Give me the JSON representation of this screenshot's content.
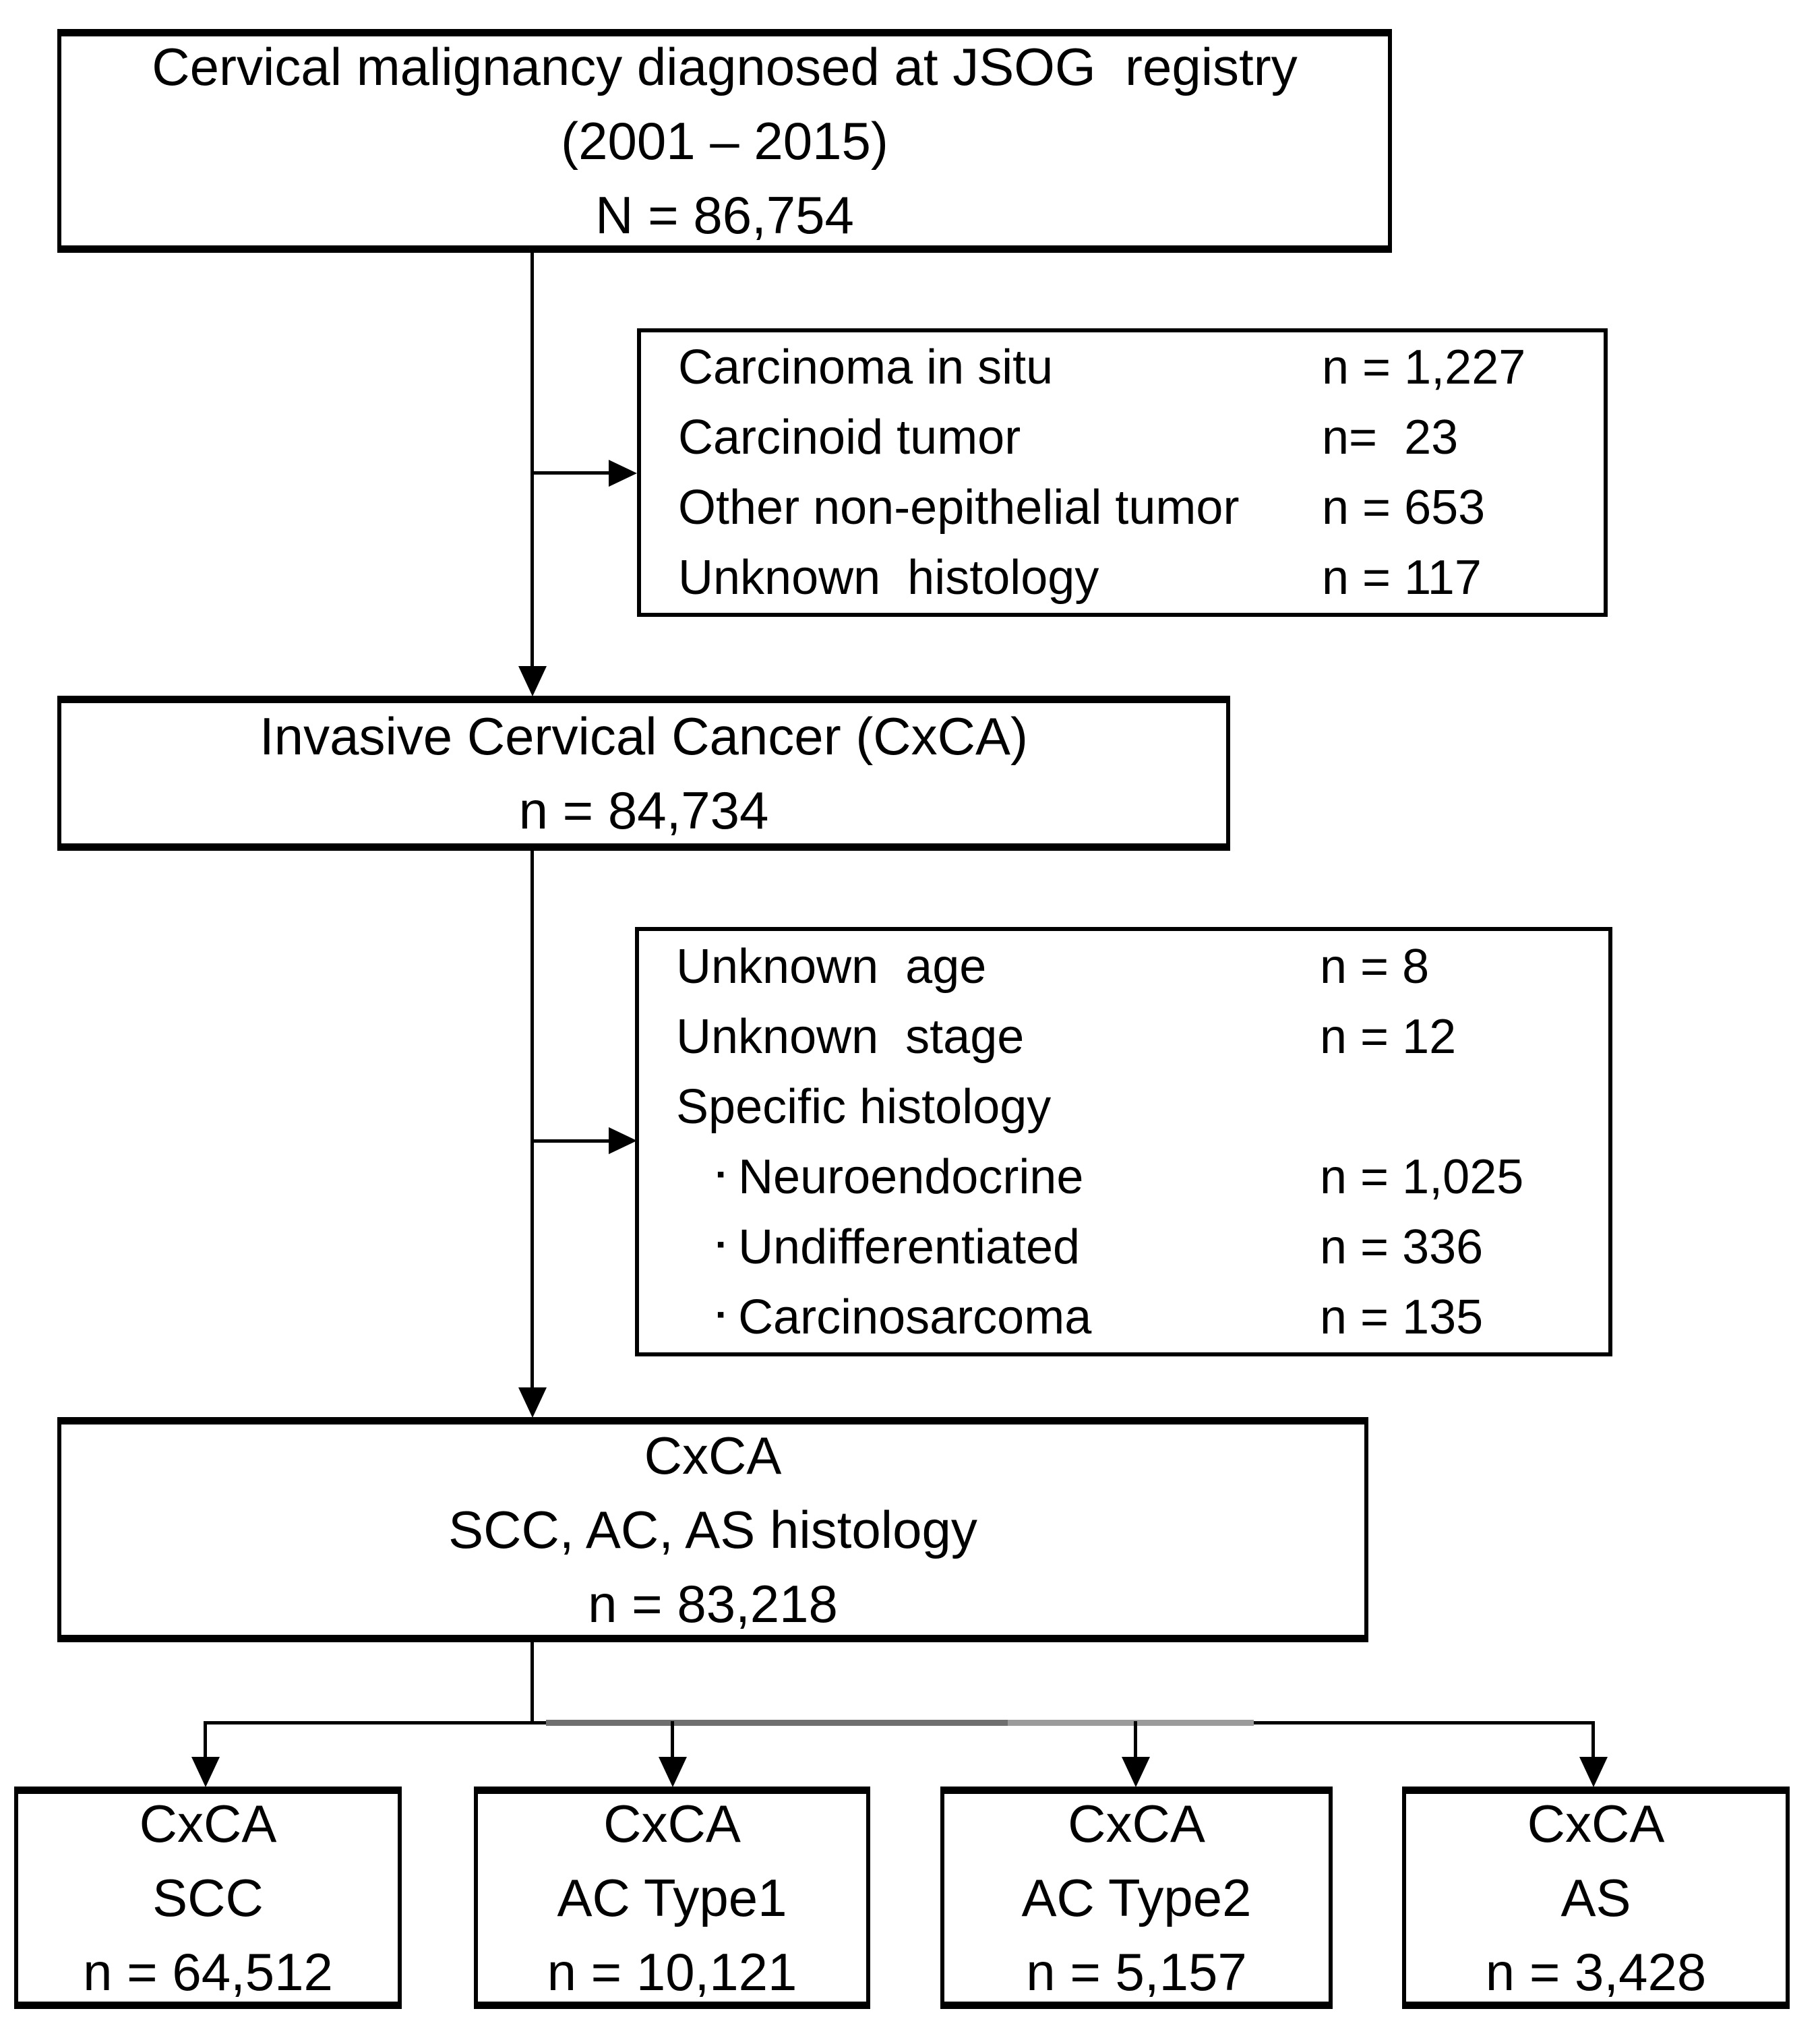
{
  "figure": {
    "type": "patient-selection-flowchart",
    "colors": {
      "background": "#ffffff",
      "line": "#000000",
      "text": "#000000",
      "distribution_line_gray_dark": "#6f6f6f",
      "distribution_line_gray_light": "#9b9b9b"
    },
    "boxes": {
      "registry": {
        "lines": [
          "Cervical malignancy diagnosed at JSOG  registry",
          "(2001 – 2015)",
          "N = 86,754"
        ]
      },
      "exclusion1": {
        "rows": [
          {
            "label": "Carcinoma in situ",
            "value": "n = 1,227"
          },
          {
            "label": "Carcinoid tumor",
            "value": "n=  23"
          },
          {
            "label": "Other non-epithelial tumor",
            "value": "n = 653"
          },
          {
            "label": "Unknown  histology",
            "value": "n = 117"
          }
        ]
      },
      "invasive": {
        "lines": [
          "Invasive Cervical Cancer (CxCA)",
          "n = 84,734"
        ]
      },
      "exclusion2": {
        "bullet": "▪",
        "rows": [
          {
            "label": "Unknown  age",
            "value": "n = 8"
          },
          {
            "label": "Unknown  stage",
            "value": "n = 12"
          },
          {
            "label": "Specific histology",
            "value": ""
          },
          {
            "label": "Neuroendocrine",
            "value": "n = 1,025"
          },
          {
            "label": "Undifferentiated",
            "value": "n = 336"
          },
          {
            "label": "Carcinosarcoma",
            "value": "n = 135"
          }
        ]
      },
      "cxca_histology": {
        "lines": [
          "CxCA",
          "SCC, AC, AS histology",
          "n = 83,218"
        ]
      },
      "bottom": [
        {
          "lines": [
            "CxCA",
            "SCC",
            "n = 64,512"
          ]
        },
        {
          "lines": [
            "CxCA",
            "AC Type1",
            "n = 10,121"
          ]
        },
        {
          "lines": [
            "CxCA",
            "AC Type2",
            "n = 5,157"
          ]
        },
        {
          "lines": [
            "CxCA",
            "AS",
            "n = 3,428"
          ]
        }
      ]
    }
  }
}
